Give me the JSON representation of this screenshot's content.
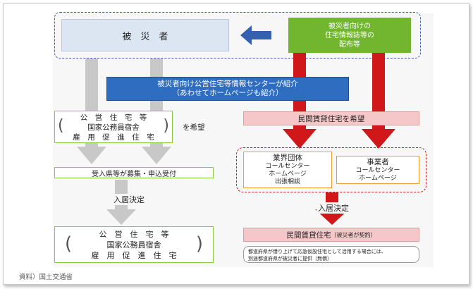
{
  "victims": "被　災　者",
  "distribution_box": [
    "被災者向けの",
    "住宅情報誌等の",
    "配布等"
  ],
  "center_banner": [
    "被災者向け公営住宅等情報センターが紹介",
    "（あわせてホームページも紹介）"
  ],
  "public_housing_request": {
    "lines": [
      "公　営　住　宅　等",
      "国家公務員宿舎",
      "雇　用　促　進　住　宅"
    ],
    "suffix": "を希望"
  },
  "private_rental_request": "民間賃貸住宅を希望",
  "industry_group": {
    "title": "業界団体",
    "lines": [
      "コールセンター",
      "ホームページ",
      "出張相談"
    ]
  },
  "operator": {
    "title": "事業者",
    "lines": [
      "コールセンター",
      "ホームページ"
    ]
  },
  "prefecture_recruit": "受入県等が募集・申込受付",
  "move_in_left": "入居決定",
  "move_in_right": "入居決定",
  "public_housing_final": [
    "公　営　住　宅　等",
    "国家公務員宿舎",
    "雇　用　促　進　住　宅"
  ],
  "private_final": {
    "main": "民間賃貸住宅",
    "note": "（被災者が契約）"
  },
  "note_box": [
    "都道府県が借り上げて応急仮設住宅として活用する場合には、",
    "別途都道府県が被災者に提供（無償）"
  ],
  "source": "資料）国土交通省",
  "colors": {
    "blue_banner": "#2e6dc0",
    "green": "#72b52f",
    "red_arrow": "#d0181b",
    "gray_arrow": "#c8c8c8",
    "blue_arrow": "#3560b0"
  }
}
